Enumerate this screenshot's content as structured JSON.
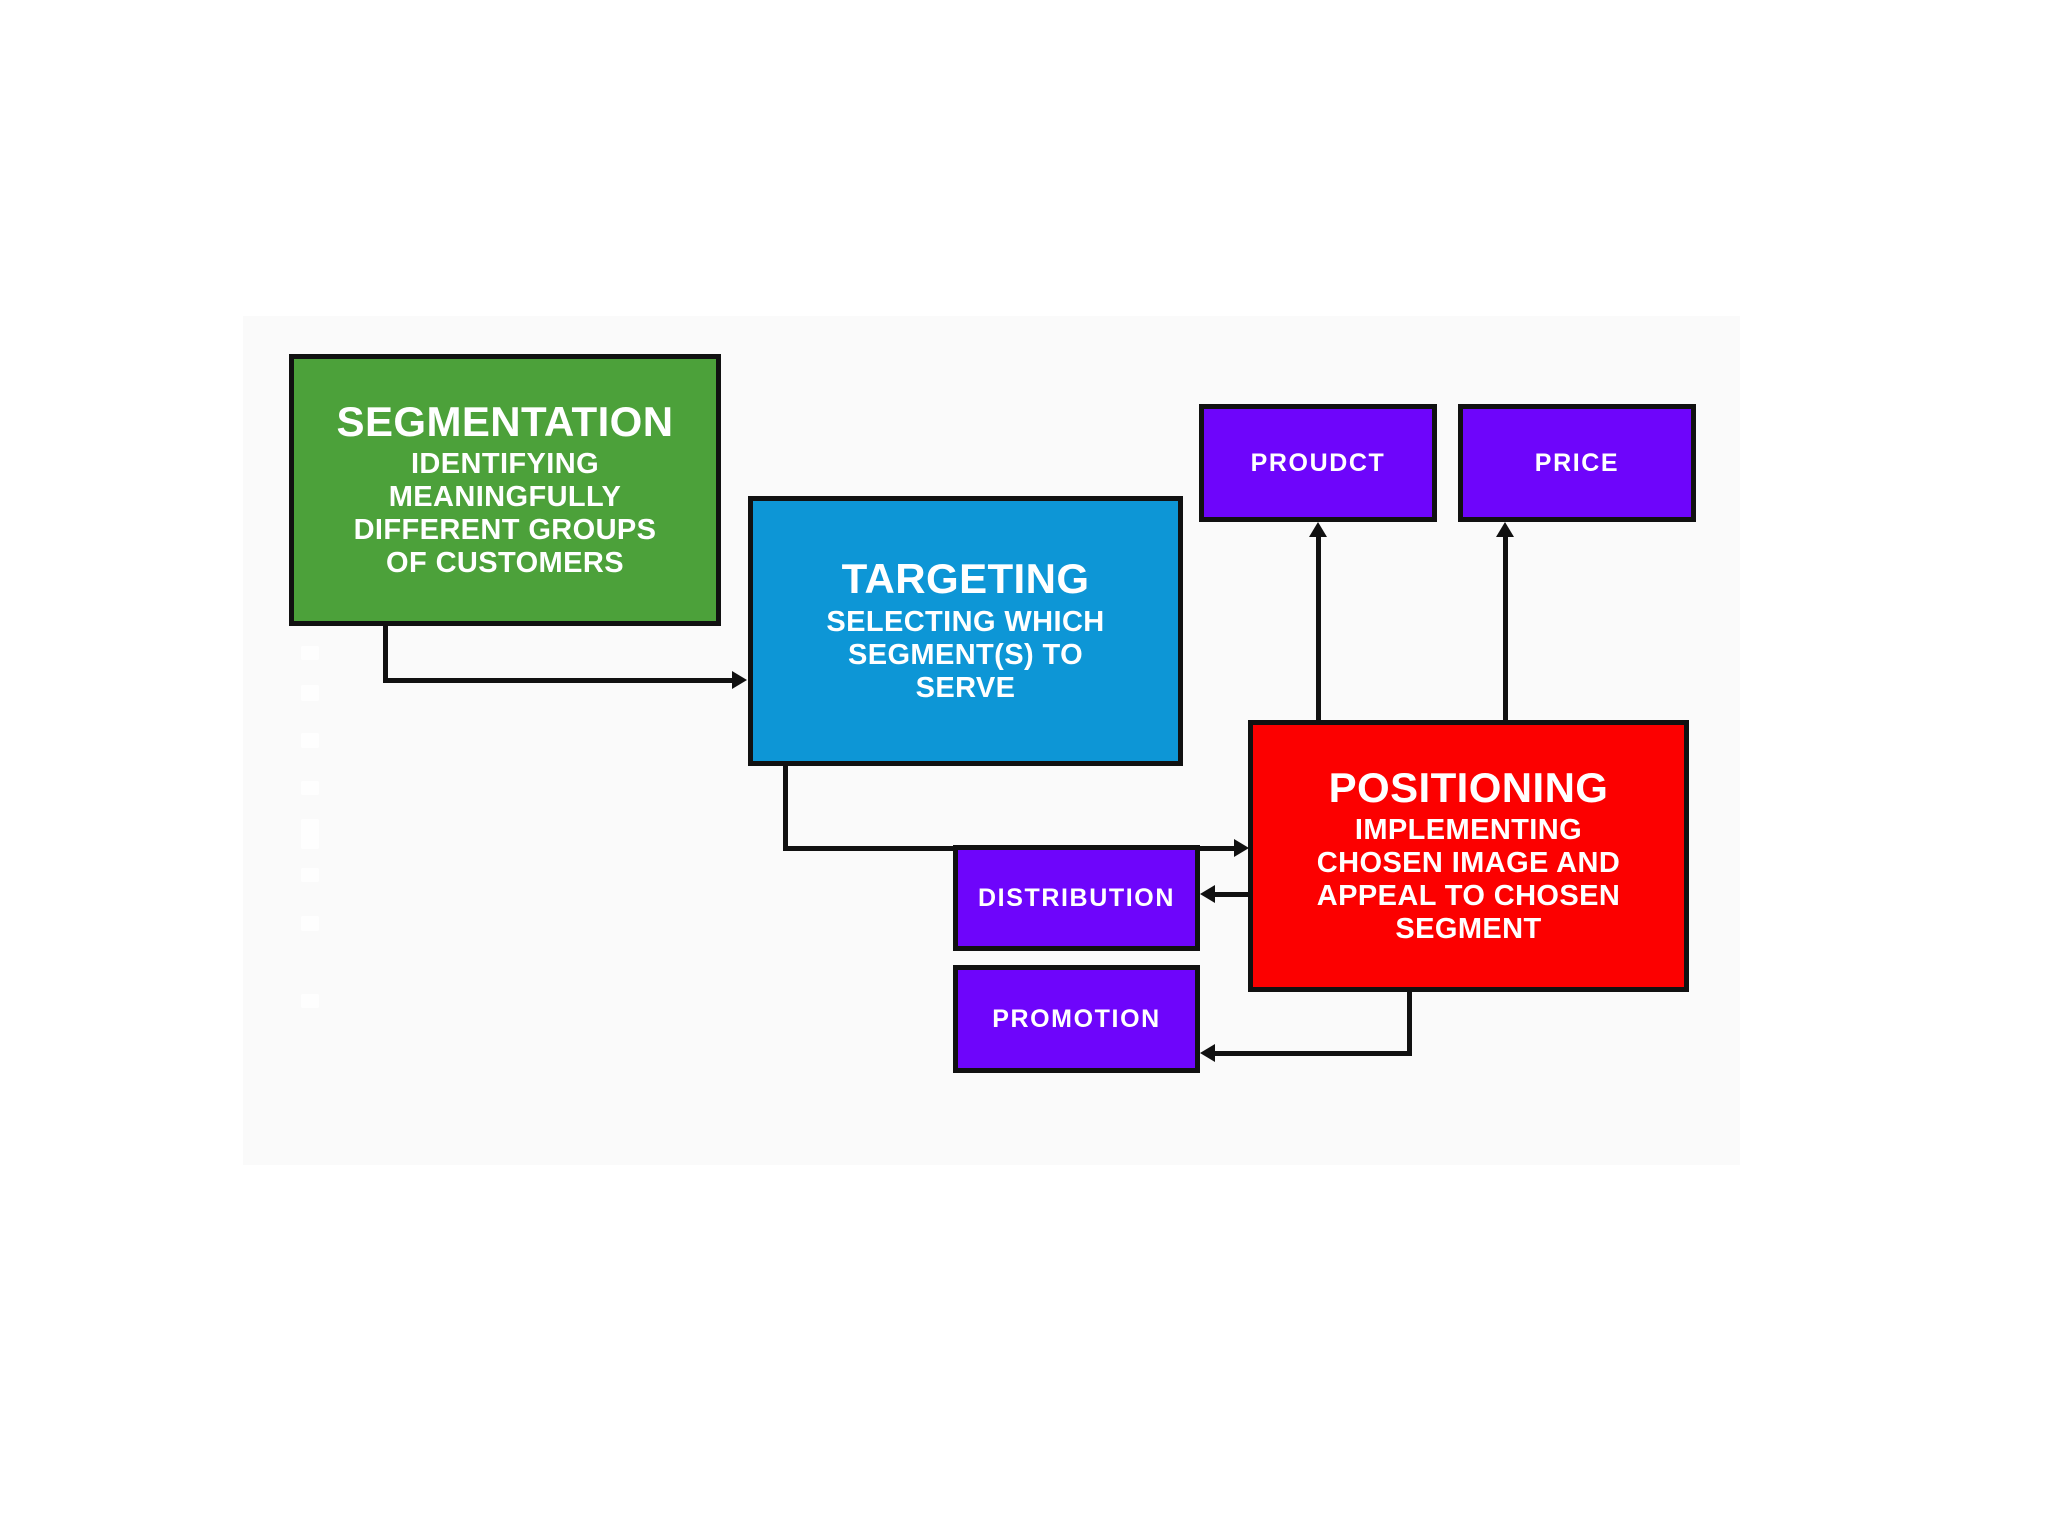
{
  "diagram": {
    "type": "flow-diagram",
    "background": "#ffffff",
    "canvas_background": "#fafafa",
    "border_color": "#111111",
    "nodes": [
      {
        "id": "segmentation",
        "title": "SEGMENTATION",
        "subtitle": "IDENTIFYING\nMEANINGFULLY\nDIFFERENT GROUPS\nOF CUSTOMERS",
        "color": "#4ca13a",
        "text_color": "#ffffff"
      },
      {
        "id": "targeting",
        "title": "TARGETING",
        "subtitle": "SELECTING WHICH\nSEGMENT(S) TO\nSERVE",
        "color": "#0d96d6",
        "text_color": "#ffffff"
      },
      {
        "id": "positioning",
        "title": "POSITIONING",
        "subtitle": "IMPLEMENTING\nCHOSEN IMAGE AND\nAPPEAL TO CHOSEN\nSEGMENT",
        "color": "#fc0000",
        "text_color": "#ffffff"
      },
      {
        "id": "product",
        "title": "PROUDCT",
        "subtitle": "",
        "color": "#6e05fb",
        "text_color": "#ffffff"
      },
      {
        "id": "price",
        "title": "PRICE",
        "subtitle": "",
        "color": "#6e05fb",
        "text_color": "#ffffff"
      },
      {
        "id": "distribution",
        "title": "DISTRIBUTION",
        "subtitle": "",
        "color": "#6e05fb",
        "text_color": "#ffffff"
      },
      {
        "id": "promotion",
        "title": "PROMOTION",
        "subtitle": "",
        "color": "#6e05fb",
        "text_color": "#ffffff"
      }
    ],
    "connectors": [
      {
        "id": "seg-to-tar",
        "from": "segmentation",
        "to": "targeting",
        "style": "elbow",
        "arrow": "right"
      },
      {
        "id": "tar-to-pos",
        "from": "targeting",
        "to": "positioning",
        "style": "elbow",
        "arrow": "right"
      },
      {
        "id": "pos-to-prod",
        "from": "positioning",
        "to": "product",
        "style": "straight",
        "arrow": "up"
      },
      {
        "id": "pos-to-pric",
        "from": "positioning",
        "to": "price",
        "style": "straight",
        "arrow": "up"
      },
      {
        "id": "pos-to-dist",
        "from": "positioning",
        "to": "distribution",
        "style": "straight",
        "arrow": "left"
      },
      {
        "id": "pos-to-prom",
        "from": "positioning",
        "to": "promotion",
        "style": "elbow",
        "arrow": "left"
      }
    ]
  }
}
